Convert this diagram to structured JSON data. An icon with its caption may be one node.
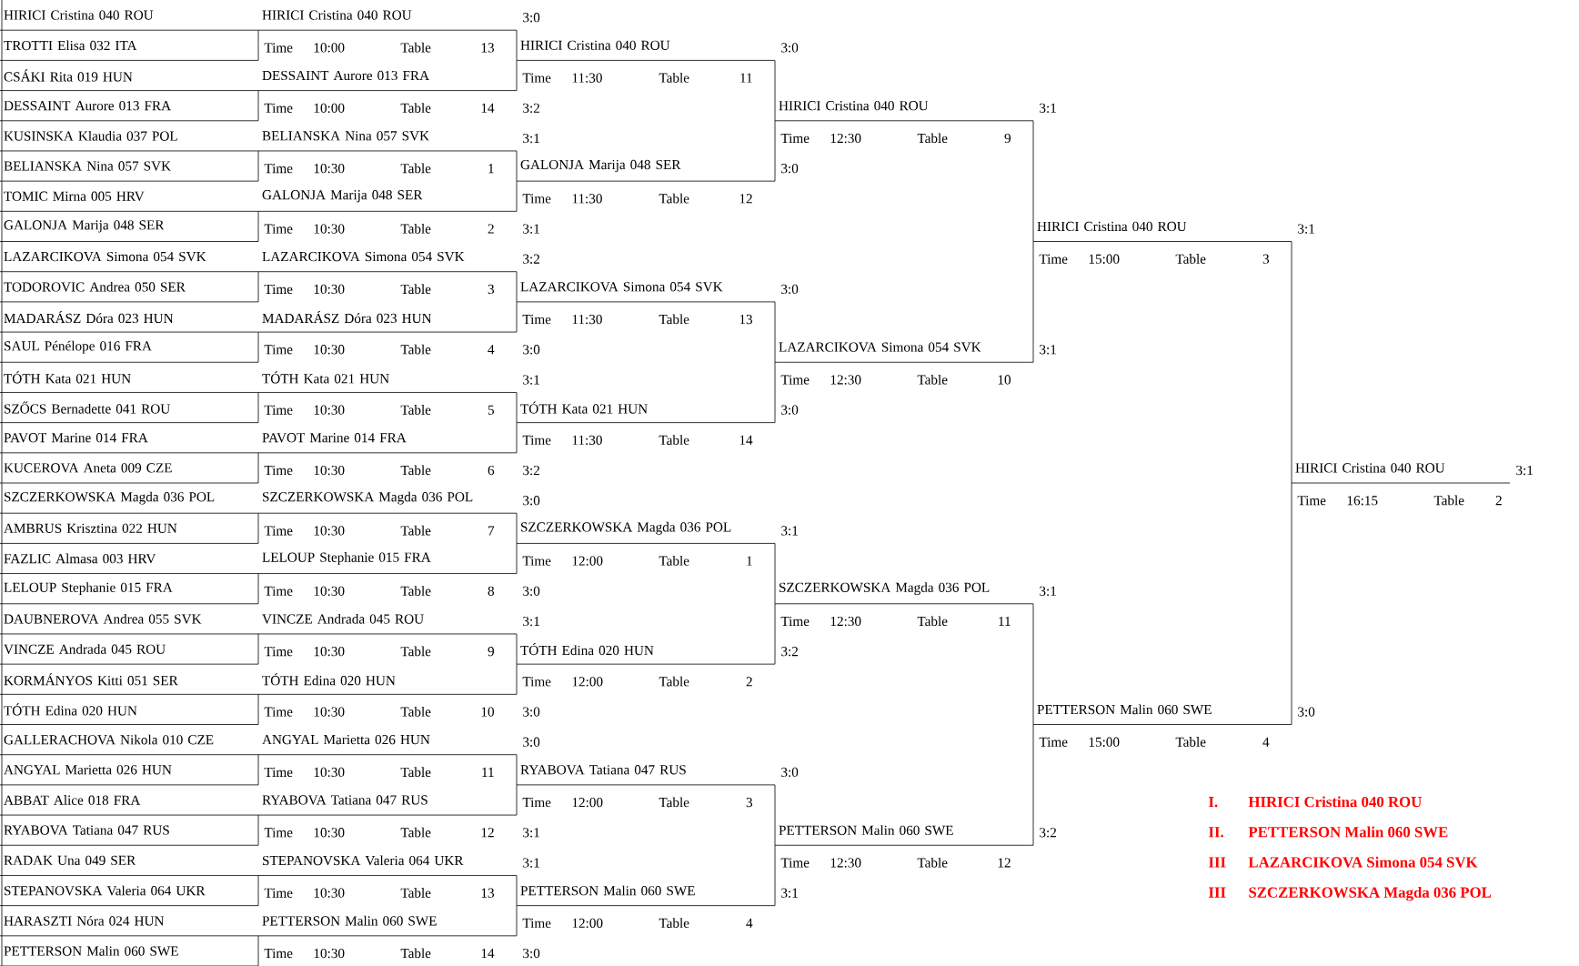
{
  "diagram": {
    "nodes": [
      {
        "text": [
          "HIRICI Cristina 040 ROU"
        ]
      },
      {
        "text": [
          "TROTTI Elisa 032 ITA"
        ]
      },
      {
        "text": [
          "CSÁKI Rita 019 HUN"
        ]
      },
      {
        "text": [
          "DESSAINT Aurore 013 FRA"
        ]
      },
      {
        "text": [
          "KUSINSKA Klaudia 037 POL"
        ]
      },
      {
        "text": [
          "BELIANSKA Nina 057 SVK"
        ]
      },
      {
        "text": [
          "TOMIC Mirna 005 HRV"
        ]
      },
      {
        "text": [
          "GALONJA Marija 048 SER"
        ]
      },
      {
        "text": [
          "LAZARCIKOVA Simona 054 SVK"
        ]
      },
      {
        "text": [
          "TODOROVIC Andrea 050 SER"
        ]
      },
      {
        "text": [
          "MADARÁSZ Dóra 023 HUN"
        ]
      },
      {
        "text": [
          "SAUL Pénélope 016 FRA"
        ]
      },
      {
        "text": [
          "TÓTH Kata 021 HUN"
        ]
      },
      {
        "text": [
          "SZŐCS Bernadette 041 ROU"
        ]
      },
      {
        "text": [
          "PAVOT Marine 014 FRA"
        ]
      },
      {
        "text": [
          "KUCEROVA Aneta 009 CZE"
        ]
      },
      {
        "text": [
          "SZCZERKOWSKA Magda 036 POL"
        ]
      },
      {
        "text": [
          "AMBRUS Krisztina 022 HUN"
        ]
      },
      {
        "text": [
          "FAZLIC Almasa 003 HRV"
        ]
      },
      {
        "text": [
          "LELOUP Stephanie 015 FRA"
        ]
      },
      {
        "text": [
          "DAUBNEROVA Andrea 055 SVK"
        ]
      },
      {
        "text": [
          "VINCZE Andrada 045 ROU"
        ]
      },
      {
        "text": [
          "KORMÁNYOS Kitti 051 SER"
        ]
      },
      {
        "text": [
          "TÓTH Edina 020 HUN"
        ]
      },
      {
        "text": [
          "GALLERACHOVA Nikola 010 CZE"
        ]
      },
      {
        "text": [
          "ANGYAL Marietta 026 HUN"
        ]
      },
      {
        "text": [
          "ABBAT Alice 018 FRA"
        ]
      },
      {
        "text": [
          "RYABOVA Tatiana 047 RUS"
        ]
      },
      {
        "text": [
          "RADAK Una 049 SER"
        ]
      },
      {
        "text": [
          "STEPANOVSKA Valeria 064 UKR"
        ]
      },
      {
        "text": [
          "HARASZTI Nóra 024 HUN"
        ]
      },
      {
        "text": [
          "PETTERSON Malin 060 SWE"
        ]
      },
      {
        "text": [
          "HIRICI Cristina 040 ROU",
          "Time",
          "10:00",
          "Table",
          "13"
        ],
        "beside": [
          "3:0"
        ]
      },
      {
        "text": [
          "DESSAINT Aurore 013 FRA",
          "Time",
          "10:00",
          "Table",
          "14"
        ],
        "beside": [
          "3:2"
        ]
      },
      {
        "text": [
          "BELIANSKA Nina 057 SVK",
          "Time",
          "10:30",
          "Table",
          "1"
        ],
        "beside": [
          "3:1"
        ]
      },
      {
        "text": [
          "GALONJA Marija 048 SER",
          "Time",
          "10:30",
          "Table",
          "2"
        ],
        "beside": [
          "3:1"
        ]
      },
      {
        "text": [
          "LAZARCIKOVA Simona 054 SVK",
          "Time",
          "10:30",
          "Table",
          "3"
        ],
        "beside": [
          "3:2"
        ]
      },
      {
        "text": [
          "MADARÁSZ Dóra 023 HUN",
          "Time",
          "10:30",
          "Table",
          "4"
        ],
        "beside": [
          "3:0"
        ]
      },
      {
        "text": [
          "TÓTH Kata 021 HUN",
          "Time",
          "10:30",
          "Table",
          "5"
        ],
        "beside": [
          "3:1"
        ]
      },
      {
        "text": [
          "PAVOT Marine 014 FRA",
          "Time",
          "10:30",
          "Table",
          "6"
        ],
        "beside": [
          "3:2"
        ]
      },
      {
        "text": [
          "SZCZERKOWSKA Magda 036 POL",
          "Time",
          "10:30",
          "Table",
          "7"
        ],
        "beside": [
          "3:0"
        ]
      },
      {
        "text": [
          "LELOUP Stephanie 015 FRA",
          "Time",
          "10:30",
          "Table",
          "8"
        ],
        "beside": [
          "3:0"
        ]
      },
      {
        "text": [
          "VINCZE Andrada 045 ROU",
          "Time",
          "10:30",
          "Table",
          "9"
        ],
        "beside": [
          "3:1"
        ]
      },
      {
        "text": [
          "TÓTH Edina 020 HUN",
          "Time",
          "10:30",
          "Table",
          "10"
        ],
        "beside": [
          "3:0"
        ]
      },
      {
        "text": [
          "ANGYAL Marietta 026 HUN",
          "Time",
          "10:30",
          "Table",
          "11"
        ],
        "beside": [
          "3:0"
        ]
      },
      {
        "text": [
          "RYABOVA Tatiana 047 RUS",
          "Time",
          "10:30",
          "Table",
          "12"
        ],
        "beside": [
          "3:1"
        ]
      },
      {
        "text": [
          "STEPANOVSKA Valeria 064 UKR",
          "Time",
          "10:30",
          "Table",
          "13"
        ],
        "beside": [
          "3:1"
        ]
      },
      {
        "text": [
          "PETTERSON Malin 060 SWE",
          "Time",
          "10:30",
          "Table",
          "14"
        ],
        "beside": [
          "3:0"
        ]
      },
      {
        "text": [
          "HIRICI Cristina 040 ROU",
          "Time",
          "11:30",
          "Table",
          "11"
        ],
        "beside": [
          "3:0"
        ]
      },
      {
        "text": [
          "GALONJA Marija 048 SER",
          "Time",
          "11:30",
          "Table",
          "12"
        ],
        "beside": [
          "3:0"
        ]
      },
      {
        "text": [
          "LAZARCIKOVA Simona 054 SVK",
          "Time",
          "11:30",
          "Table",
          "13"
        ],
        "beside": [
          "3:0"
        ]
      },
      {
        "text": [
          "TÓTH Kata 021 HUN",
          "Time",
          "11:30",
          "Table",
          "14"
        ],
        "beside": [
          "3:0"
        ]
      },
      {
        "text": [
          "SZCZERKOWSKA Magda 036 POL",
          "Time",
          "12:00",
          "Table",
          "1"
        ],
        "beside": [
          "3:1"
        ]
      },
      {
        "text": [
          "TÓTH Edina 020 HUN",
          "Time",
          "12:00",
          "Table",
          "2"
        ],
        "beside": [
          "3:2"
        ]
      },
      {
        "text": [
          "RYABOVA Tatiana 047 RUS",
          "Time",
          "12:00",
          "Table",
          "3"
        ],
        "beside": [
          "3:0"
        ]
      },
      {
        "text": [
          "PETTERSON Malin 060 SWE",
          "Time",
          "12:00",
          "Table",
          "4"
        ],
        "beside": [
          "3:1"
        ]
      },
      {
        "text": [
          "HIRICI Cristina 040 ROU",
          "Time",
          "12:30",
          "Table",
          "9"
        ],
        "beside": [
          "3:1"
        ]
      },
      {
        "text": [
          "LAZARCIKOVA Simona 054 SVK",
          "Time",
          "12:30",
          "Table",
          "10"
        ],
        "beside": [
          "3:1"
        ]
      },
      {
        "text": [
          "SZCZERKOWSKA Magda 036 POL",
          "Time",
          "12:30",
          "Table",
          "11"
        ],
        "beside": [
          "3:1"
        ]
      },
      {
        "text": [
          "PETTERSON Malin 060 SWE",
          "Time",
          "12:30",
          "Table",
          "12"
        ],
        "beside": [
          "3:2"
        ]
      },
      {
        "text": [
          "HIRICI Cristina 040 ROU",
          "Time",
          "15:00",
          "Table",
          "3"
        ],
        "beside": [
          "3:1"
        ]
      },
      {
        "text": [
          "PETTERSON Malin 060 SWE",
          "Time",
          "15:00",
          "Table",
          "4"
        ],
        "beside": [
          "3:0"
        ]
      },
      {
        "text": [
          "HIRICI Cristina 040 ROU",
          "Time",
          "16:15",
          "Table",
          "2"
        ],
        "beside": [
          "3:1"
        ]
      }
    ],
    "edges": [
      {
        "from": 0,
        "to": 32,
        "arrow": "none"
      },
      {
        "from": 1,
        "to": 32,
        "arrow": "none"
      },
      {
        "from": 2,
        "to": 33,
        "arrow": "none"
      },
      {
        "from": 3,
        "to": 33,
        "arrow": "none"
      },
      {
        "from": 4,
        "to": 34,
        "arrow": "none"
      },
      {
        "from": 5,
        "to": 34,
        "arrow": "none"
      },
      {
        "from": 6,
        "to": 35,
        "arrow": "none"
      },
      {
        "from": 7,
        "to": 35,
        "arrow": "none"
      },
      {
        "from": 8,
        "to": 36,
        "arrow": "none"
      },
      {
        "from": 9,
        "to": 36,
        "arrow": "none"
      },
      {
        "from": 10,
        "to": 37,
        "arrow": "none"
      },
      {
        "from": 11,
        "to": 37,
        "arrow": "none"
      },
      {
        "from": 12,
        "to": 38,
        "arrow": "none"
      },
      {
        "from": 13,
        "to": 38,
        "arrow": "none"
      },
      {
        "from": 14,
        "to": 39,
        "arrow": "none"
      },
      {
        "from": 15,
        "to": 39,
        "arrow": "none"
      },
      {
        "from": 16,
        "to": 40,
        "arrow": "none"
      },
      {
        "from": 17,
        "to": 40,
        "arrow": "none"
      },
      {
        "from": 18,
        "to": 41,
        "arrow": "none"
      },
      {
        "from": 19,
        "to": 41,
        "arrow": "none"
      },
      {
        "from": 20,
        "to": 42,
        "arrow": "none"
      },
      {
        "from": 21,
        "to": 42,
        "arrow": "none"
      },
      {
        "from": 22,
        "to": 43,
        "arrow": "none"
      },
      {
        "from": 23,
        "to": 43,
        "arrow": "none"
      },
      {
        "from": 24,
        "to": 44,
        "arrow": "none"
      },
      {
        "from": 25,
        "to": 44,
        "arrow": "none"
      },
      {
        "from": 26,
        "to": 45,
        "arrow": "none"
      },
      {
        "from": 27,
        "to": 45,
        "arrow": "none"
      },
      {
        "from": 28,
        "to": 46,
        "arrow": "none"
      },
      {
        "from": 29,
        "to": 46,
        "arrow": "none"
      },
      {
        "from": 30,
        "to": 47,
        "arrow": "none"
      },
      {
        "from": 31,
        "to": 47,
        "arrow": "none"
      },
      {
        "from": 32,
        "to": 48,
        "arrow": "none"
      },
      {
        "from": 33,
        "to": 48,
        "arrow": "none"
      },
      {
        "from": 34,
        "to": 49,
        "arrow": "none"
      },
      {
        "from": 35,
        "to": 49,
        "arrow": "none"
      },
      {
        "from": 36,
        "to": 50,
        "arrow": "none"
      },
      {
        "from": 37,
        "to": 50,
        "arrow": "none"
      },
      {
        "from": 38,
        "to": 51,
        "arrow": "none"
      },
      {
        "from": 39,
        "to": 51,
        "arrow": "none"
      },
      {
        "from": 40,
        "to": 52,
        "arrow": "none"
      },
      {
        "from": 41,
        "to": 52,
        "arrow": "none"
      },
      {
        "from": 42,
        "to": 53,
        "arrow": "none"
      },
      {
        "from": 43,
        "to": 53,
        "arrow": "none"
      },
      {
        "from": 44,
        "to": 54,
        "arrow": "none"
      },
      {
        "from": 45,
        "to": 54,
        "arrow": "none"
      },
      {
        "from": 46,
        "to": 55,
        "arrow": "none"
      },
      {
        "from": 47,
        "to": 55,
        "arrow": "none"
      },
      {
        "from": 48,
        "to": 56,
        "arrow": "none"
      },
      {
        "from": 49,
        "to": 56,
        "arrow": "none"
      },
      {
        "from": 50,
        "to": 57,
        "arrow": "none"
      },
      {
        "from": 51,
        "to": 57,
        "arrow": "none"
      },
      {
        "from": 52,
        "to": 58,
        "arrow": "none"
      },
      {
        "from": 53,
        "to": 58,
        "arrow": "none"
      },
      {
        "from": 54,
        "to": 59,
        "arrow": "none"
      },
      {
        "from": 55,
        "to": 59,
        "arrow": "none"
      },
      {
        "from": 56,
        "to": 60,
        "arrow": "none"
      },
      {
        "from": 57,
        "to": 60,
        "arrow": "none"
      },
      {
        "from": 58,
        "to": 61,
        "arrow": "none"
      },
      {
        "from": 59,
        "to": 61,
        "arrow": "none"
      },
      {
        "from": 60,
        "to": 62,
        "arrow": "none"
      },
      {
        "from": 61,
        "to": 62,
        "arrow": "none"
      }
    ],
    "labels": [
      "I.",
      "HIRICI Cristina 040 ROU",
      "II.",
      "PETTERSON Malin 060 SWE",
      "III",
      "LAZARCIKOVA Simona 054 SVK",
      "III",
      "SZCZERKOWSKA Magda 036 POL"
    ]
  }
}
